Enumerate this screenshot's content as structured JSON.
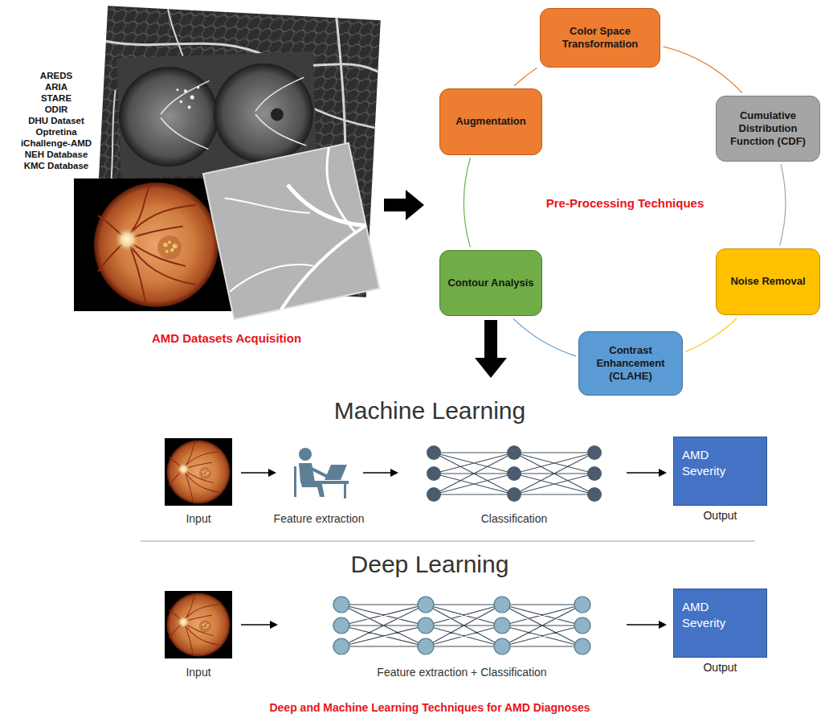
{
  "diagram": {
    "caption": "Deep and Machine Learning Techniques for AMD Diagnoses",
    "nodes": [
      {
        "text": [
          "Color Space Transformation"
        ]
      },
      {
        "text": [
          "Cumulative Distribution Function (CDF)"
        ]
      },
      {
        "text": [
          "Noise Removal"
        ]
      },
      {
        "text": [
          "Contrast Enhancement (CLAHE)"
        ]
      },
      {
        "text": [
          "Contour Analysis"
        ]
      },
      {
        "text": [
          "Augmentation"
        ]
      },
      {
        "text": [
          "AMD Severity",
          "Output"
        ]
      },
      {
        "text": [
          "AMD Severity",
          "Output"
        ]
      }
    ],
    "edges": [
      {
        "from": 0,
        "to": 1,
        "arrow": "none"
      },
      {
        "from": 1,
        "to": 2,
        "arrow": "none"
      },
      {
        "from": 2,
        "to": 3,
        "arrow": "none"
      },
      {
        "from": 3,
        "to": 4,
        "arrow": "none"
      },
      {
        "from": 4,
        "to": 5,
        "arrow": "none"
      },
      {
        "from": 5,
        "to": 0,
        "arrow": "none"
      }
    ],
    "labels": [
      "AREDS",
      "ARIA",
      "STARE",
      "ODIR",
      "DHU Dataset",
      "Optretina",
      "iChallenge-AMD",
      "NEH Database",
      "KMC Database",
      "AMD Datasets Acquisition",
      "Pre-Processing Techniques",
      "Machine Learning",
      "Input",
      "Feature extraction",
      "Classification",
      "Deep Learning",
      "Input",
      "Feature extraction + Classification"
    ]
  }
}
